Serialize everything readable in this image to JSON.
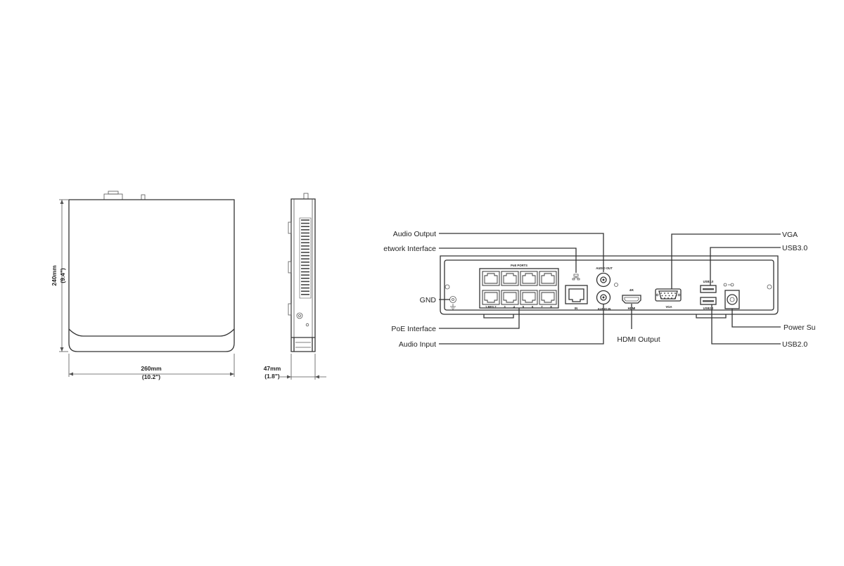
{
  "top_view": {
    "width_mm": "260mm",
    "width_in": "(10.2\")",
    "depth_mm": "240mm",
    "depth_in": "(9.4\")"
  },
  "side_view": {
    "height_mm": "47mm",
    "height_in": "(1.8\")"
  },
  "rear_panel": {
    "printed": {
      "poe_ports": "PoE PORTS",
      "audio_out": "AUDIO OUT",
      "audio_in": "AUDIO IN",
      "hdmi_4k": "4K",
      "hdmi": "HDMI",
      "vga": "VGA",
      "usb3": "USB3.0",
      "usb2": "USB2.0",
      "lan": "IN",
      "port_labels": [
        "1 RES",
        "2",
        "3",
        "4",
        "5",
        "6",
        "7",
        "8"
      ]
    },
    "callouts": {
      "audio_output": "Audio Output",
      "network_interface": "etwork Interface",
      "gnd": "GND",
      "poe_interface": "PoE Interface",
      "audio_input": "Audio Input",
      "hdmi_output": "HDMI Output",
      "vga": "VGA",
      "usb3": "USB3.0",
      "power_supply": "Power Su",
      "usb2": "USB2.0"
    }
  }
}
